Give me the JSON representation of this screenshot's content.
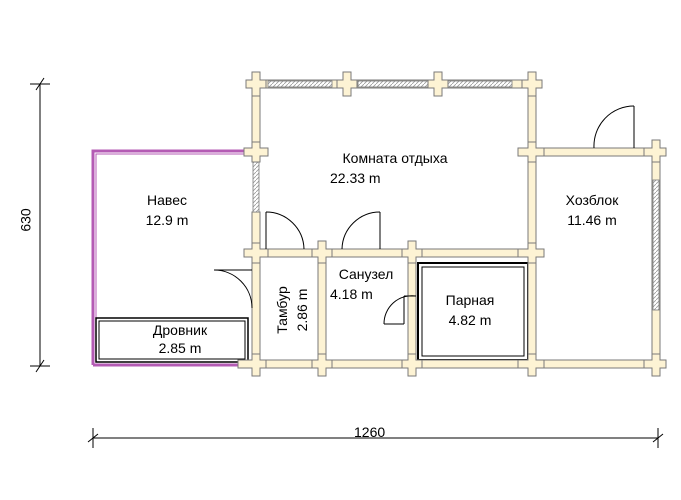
{
  "dimensions": {
    "width": "1260",
    "height": "630"
  },
  "rooms": {
    "rest_room": {
      "name": "Комната отдыха",
      "area": "22.33 m"
    },
    "canopy": {
      "name": "Навес",
      "area": "12.9 m"
    },
    "utility": {
      "name": "Хозблок",
      "area": "11.46 m"
    },
    "woodshed": {
      "name": "Дровник",
      "area": "2.85 m"
    },
    "vestibule": {
      "name": "Тамбур",
      "area": "2.86 m"
    },
    "bathroom": {
      "name": "Санузел",
      "area": "4.18 m"
    },
    "steam_room": {
      "name": "Парная",
      "area": "4.82 m"
    }
  },
  "colors": {
    "log": "#fdf3d4",
    "log_stroke": "#7a7a7a",
    "canopy_edge": "#b45bb4",
    "line": "#000000"
  }
}
